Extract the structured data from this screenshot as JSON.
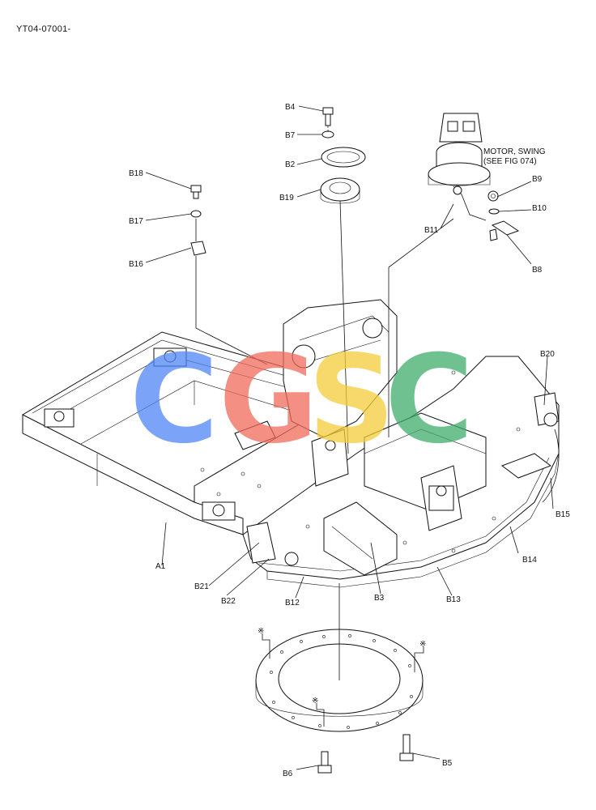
{
  "document": {
    "code": "YT04-07001-"
  },
  "watermark": {
    "letters": [
      "C",
      "G",
      "S",
      "C"
    ],
    "colors": [
      "#4f86f7",
      "#ef6a5a",
      "#f5cc3a",
      "#3fae6a"
    ]
  },
  "callouts": {
    "A1": "A1",
    "B2": "B2",
    "B3": "B3",
    "B4": "B4",
    "B5": "B5",
    "B6": "B6",
    "B7": "B7",
    "B8": "B8",
    "B9": "B9",
    "B10": "B10",
    "B11": "B11",
    "B12": "B12",
    "B13": "B13",
    "B14": "B14",
    "B15": "B15",
    "B16": "B16",
    "B17": "B17",
    "B18": "B18",
    "B19": "B19",
    "B20": "B20",
    "B21": "B21",
    "B22": "B22"
  },
  "motor_note": {
    "line1": "MOTOR, SWING",
    "line2": "(SEE FIG 074)"
  },
  "marks": {
    "symbol": "※"
  }
}
